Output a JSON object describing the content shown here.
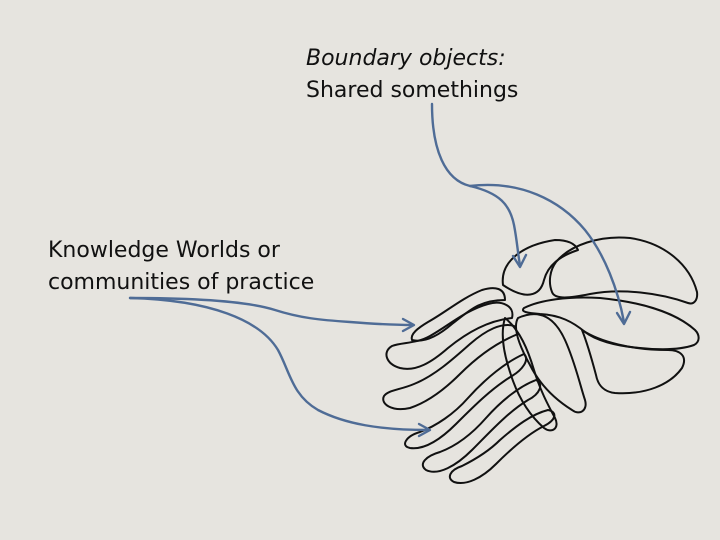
{
  "labels": {
    "boundary_title": "Boundary objects:",
    "boundary_subtitle": "Shared somethings",
    "knowledge_line1": "Knowledge Worlds or",
    "knowledge_line2": "communities of practice"
  },
  "colors": {
    "background": "#e6e4df",
    "arrow": "#4f6c96",
    "outline": "#111111"
  }
}
